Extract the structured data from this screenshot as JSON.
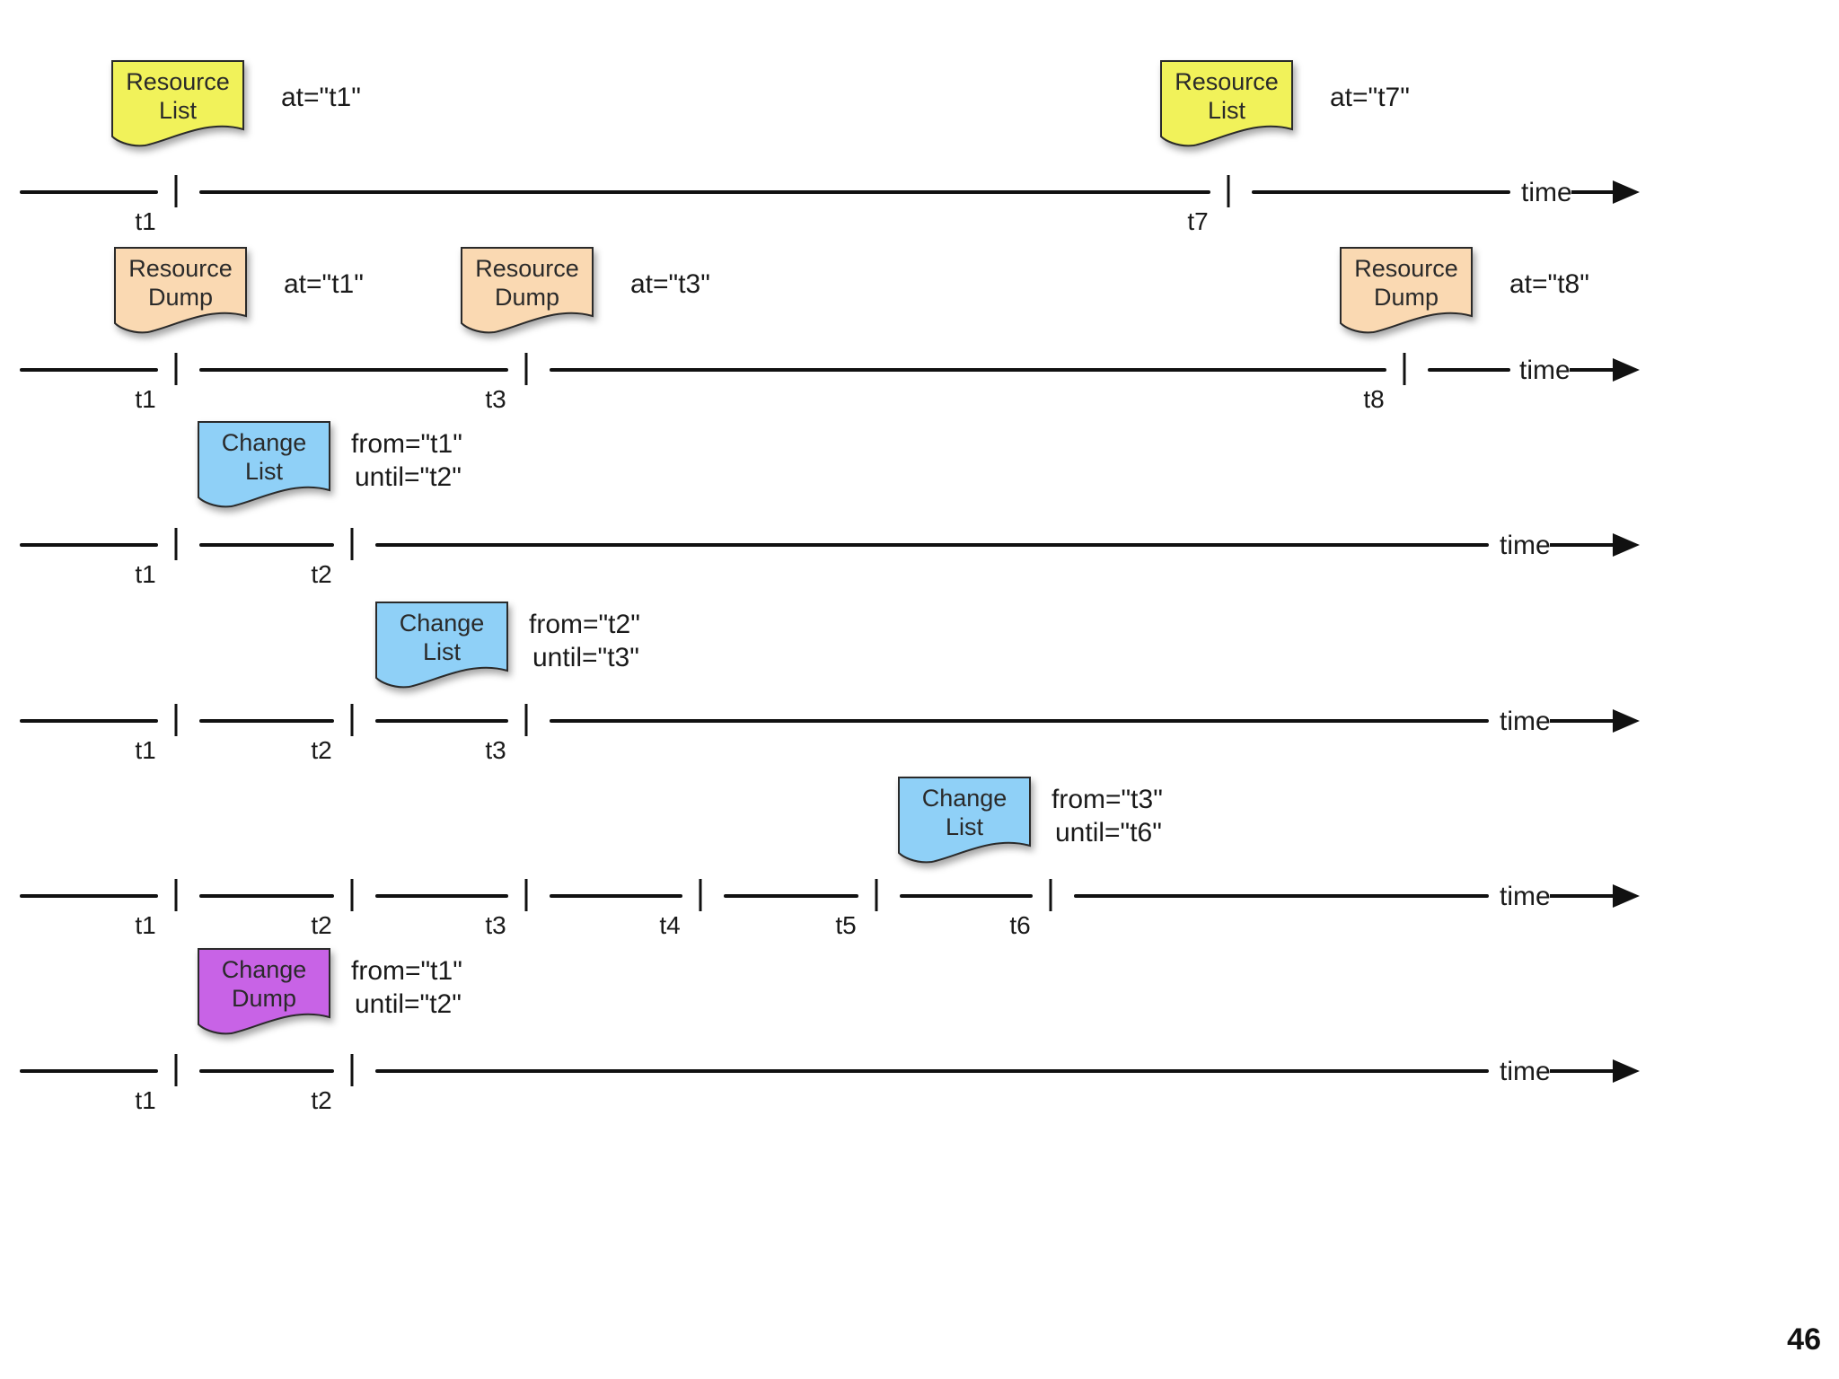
{
  "colors": {
    "resource_list": "#f1f25a",
    "resource_dump": "#fad9b2",
    "change_list": "#8fd0f7",
    "change_dump": "#c864e6",
    "line": "#111111"
  },
  "axis_label": "time",
  "page_number": "46",
  "rows": [
    {
      "ticks": [
        "t1",
        "t7"
      ],
      "documents": [
        {
          "kind": "resource_list",
          "name": [
            "Resource",
            "List"
          ],
          "attrs": [
            "at=\"t1\""
          ]
        },
        {
          "kind": "resource_list",
          "name": [
            "Resource",
            "List"
          ],
          "attrs": [
            "at=\"t7\""
          ]
        }
      ]
    },
    {
      "ticks": [
        "t1",
        "t3",
        "t8"
      ],
      "documents": [
        {
          "kind": "resource_dump",
          "name": [
            "Resource",
            "Dump"
          ],
          "attrs": [
            "at=\"t1\""
          ]
        },
        {
          "kind": "resource_dump",
          "name": [
            "Resource",
            "Dump"
          ],
          "attrs": [
            "at=\"t3\""
          ]
        },
        {
          "kind": "resource_dump",
          "name": [
            "Resource",
            "Dump"
          ],
          "attrs": [
            "at=\"t8\""
          ]
        }
      ]
    },
    {
      "ticks": [
        "t1",
        "t2"
      ],
      "documents": [
        {
          "kind": "change_list",
          "name": [
            "Change",
            "List"
          ],
          "attrs": [
            "from=\"t1\"",
            "until=\"t2\""
          ]
        }
      ]
    },
    {
      "ticks": [
        "t1",
        "t2",
        "t3"
      ],
      "documents": [
        {
          "kind": "change_list",
          "name": [
            "Change",
            "List"
          ],
          "attrs": [
            "from=\"t2\"",
            "until=\"t3\""
          ]
        }
      ]
    },
    {
      "ticks": [
        "t1",
        "t2",
        "t3",
        "t4",
        "t5",
        "t6"
      ],
      "documents": [
        {
          "kind": "change_list",
          "name": [
            "Change",
            "List"
          ],
          "attrs": [
            "from=\"t3\"",
            "until=\"t6\""
          ]
        }
      ]
    },
    {
      "ticks": [
        "t1",
        "t2"
      ],
      "documents": [
        {
          "kind": "change_dump",
          "name": [
            "Change",
            "Dump"
          ],
          "attrs": [
            "from=\"t1\"",
            "until=\"t2\""
          ]
        }
      ]
    }
  ]
}
